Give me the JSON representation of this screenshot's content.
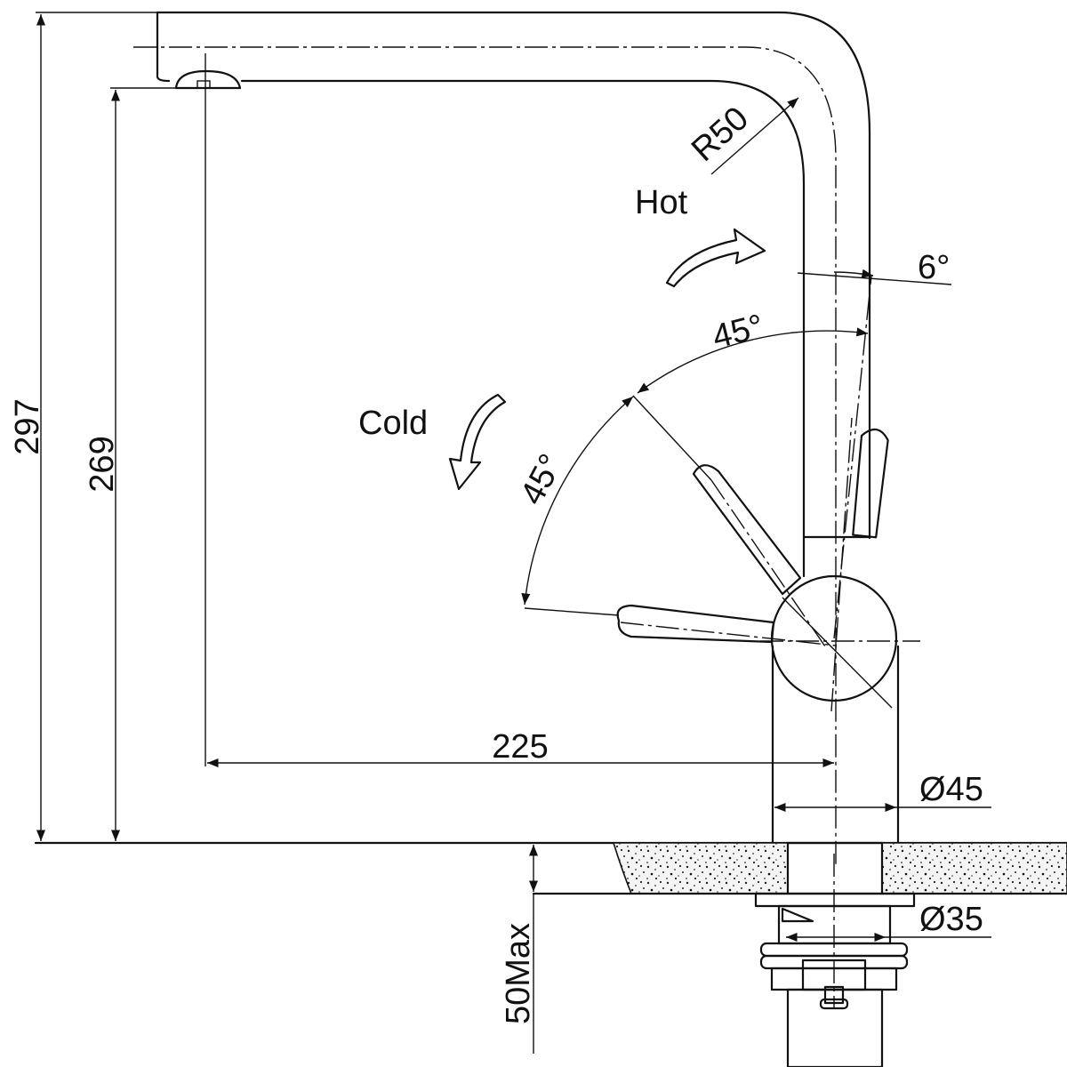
{
  "dimensions": {
    "total_height": "297",
    "spout_height": "269",
    "reach": "225",
    "radius": "R50",
    "body_diameter": "Ø45",
    "mount_diameter": "Ø35",
    "max_deck": "50Max"
  },
  "angles": {
    "tilt": "6°",
    "upper_sweep": "45°",
    "lower_sweep": "45°"
  },
  "labels": {
    "hot": "Hot",
    "cold": "Cold"
  }
}
